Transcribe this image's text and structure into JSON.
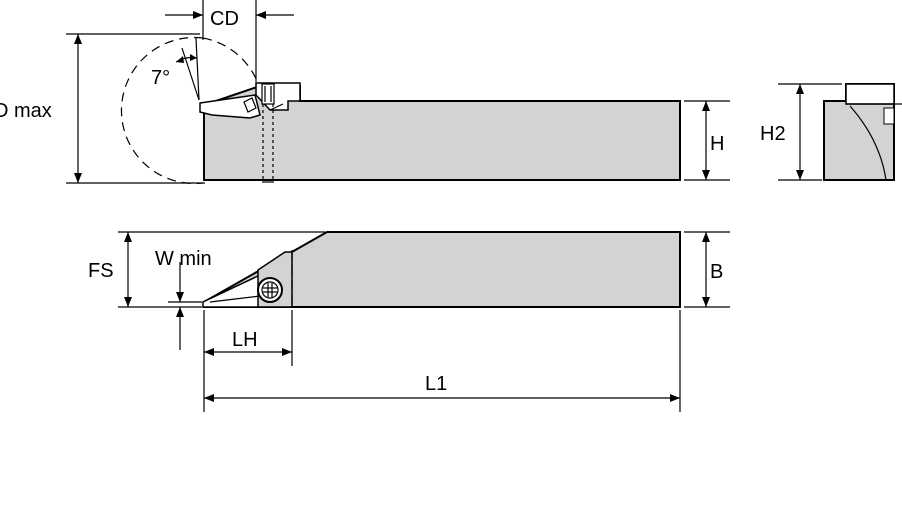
{
  "labels": {
    "cd": "CD",
    "angle": "7°",
    "dmax": "D max",
    "h": "H",
    "h2": "H2",
    "fs": "FS",
    "wmin": "W min",
    "b": "B",
    "lh": "LH",
    "l1": "L1"
  },
  "colors": {
    "body": "#d3d3d3",
    "line": "#000000",
    "background": "#ffffff"
  }
}
